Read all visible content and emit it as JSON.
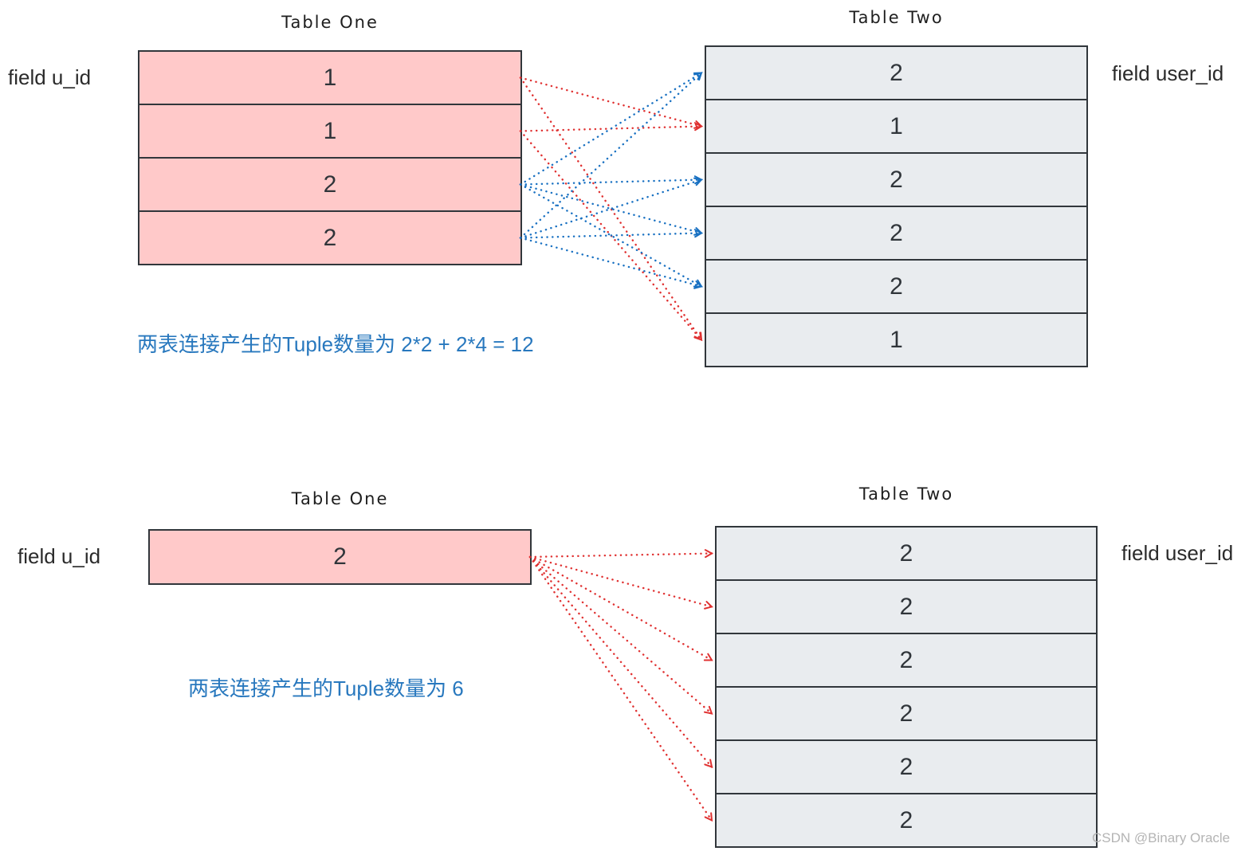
{
  "colors": {
    "row_pink": "#FFC9C9",
    "row_gray": "#E9ECEF",
    "border": "#31363b",
    "arrow_red": "#E03131",
    "arrow_blue": "#1971C2",
    "caption_blue": "#2878be",
    "watermark_gray": "#b4b4b4"
  },
  "watermark": "CSDN @Binary Oracle",
  "diagram1": {
    "table_one": {
      "title": "Table One",
      "field_label": "field u_id",
      "rows": [
        "1",
        "1",
        "2",
        "2"
      ]
    },
    "table_two": {
      "title": "Table Two",
      "field_label": "field user_id",
      "rows": [
        "2",
        "1",
        "2",
        "2",
        "2",
        "1"
      ]
    },
    "caption": "两表连接产生的Tuple数量为 2*2 + 2*4 = 12",
    "connections": [
      {
        "from": 0,
        "to": 1,
        "color": "red"
      },
      {
        "from": 0,
        "to": 5,
        "color": "red"
      },
      {
        "from": 1,
        "to": 1,
        "color": "red"
      },
      {
        "from": 1,
        "to": 5,
        "color": "red"
      },
      {
        "from": 2,
        "to": 0,
        "color": "blue"
      },
      {
        "from": 2,
        "to": 2,
        "color": "blue"
      },
      {
        "from": 2,
        "to": 3,
        "color": "blue"
      },
      {
        "from": 2,
        "to": 4,
        "color": "blue"
      },
      {
        "from": 3,
        "to": 0,
        "color": "blue"
      },
      {
        "from": 3,
        "to": 2,
        "color": "blue"
      },
      {
        "from": 3,
        "to": 3,
        "color": "blue"
      },
      {
        "from": 3,
        "to": 4,
        "color": "blue"
      }
    ]
  },
  "diagram2": {
    "table_one": {
      "title": "Table One",
      "field_label": "field u_id",
      "rows": [
        "2"
      ]
    },
    "table_two": {
      "title": "Table Two",
      "field_label": "field user_id",
      "rows": [
        "2",
        "2",
        "2",
        "2",
        "2",
        "2"
      ]
    },
    "caption": "两表连接产生的Tuple数量为 6",
    "connections": [
      {
        "from": 0,
        "to": 0,
        "color": "red"
      },
      {
        "from": 0,
        "to": 1,
        "color": "red"
      },
      {
        "from": 0,
        "to": 2,
        "color": "red"
      },
      {
        "from": 0,
        "to": 3,
        "color": "red"
      },
      {
        "from": 0,
        "to": 4,
        "color": "red"
      },
      {
        "from": 0,
        "to": 5,
        "color": "red"
      }
    ]
  }
}
